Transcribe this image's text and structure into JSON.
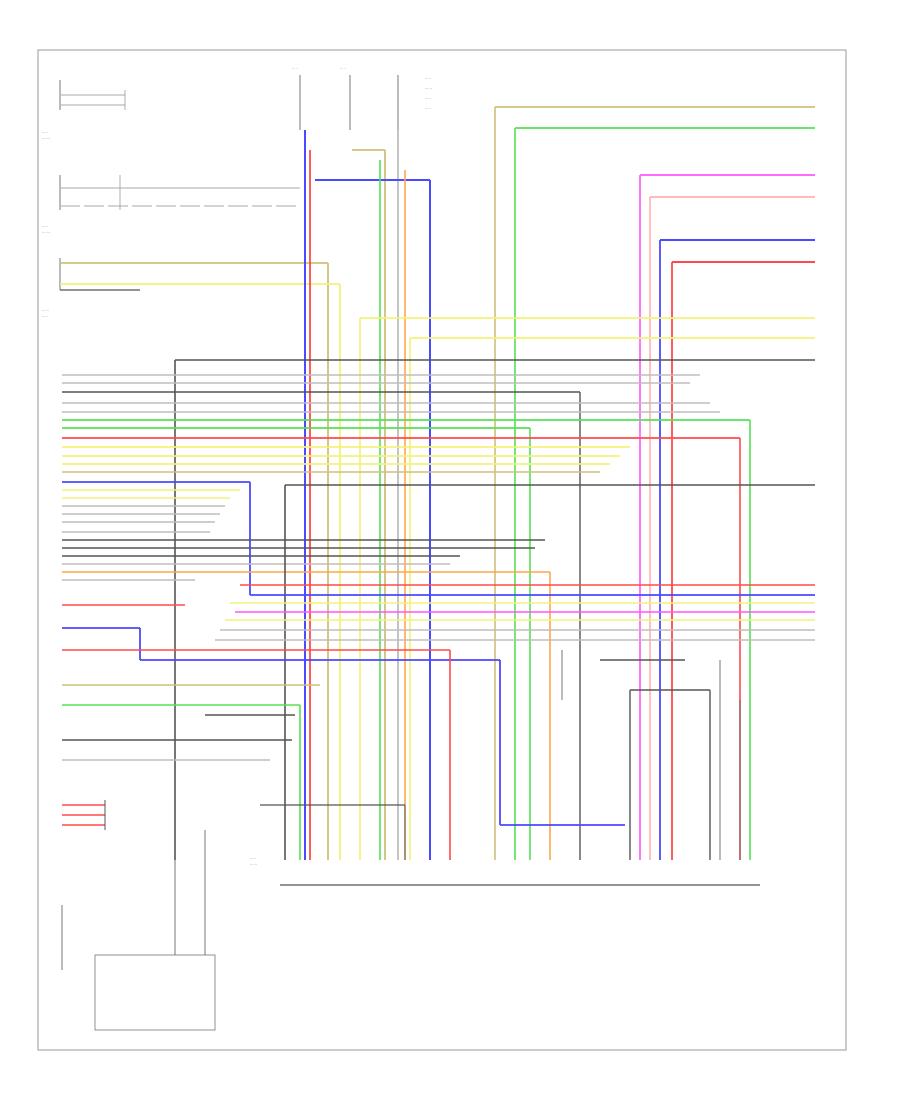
{
  "diagram": {
    "title": "",
    "frame_label": "",
    "wire_colors": {
      "blue": "#4a4aff",
      "red": "#ff4a4a",
      "green": "#55e055",
      "yellow": "#f2f27a",
      "tan": "#cfc07a",
      "orange": "#ffa64d",
      "magenta": "#ff55ff",
      "black": "#555555",
      "gray": "#bdbdbd",
      "pink": "#ffb0b0",
      "cyan": "#66e6ff",
      "violet": "#b48cff"
    },
    "components": [
      {
        "id": "top-left-sensor-1",
        "label": ""
      },
      {
        "id": "top-left-sensor-2",
        "label": ""
      },
      {
        "id": "top-left-sensor-3",
        "label": ""
      },
      {
        "id": "fuse-block",
        "label": ""
      },
      {
        "id": "ecm-connector-bottom",
        "label": ""
      },
      {
        "id": "right-connector",
        "label": ""
      },
      {
        "id": "bottom-left-module",
        "label": ""
      }
    ],
    "legend": []
  }
}
